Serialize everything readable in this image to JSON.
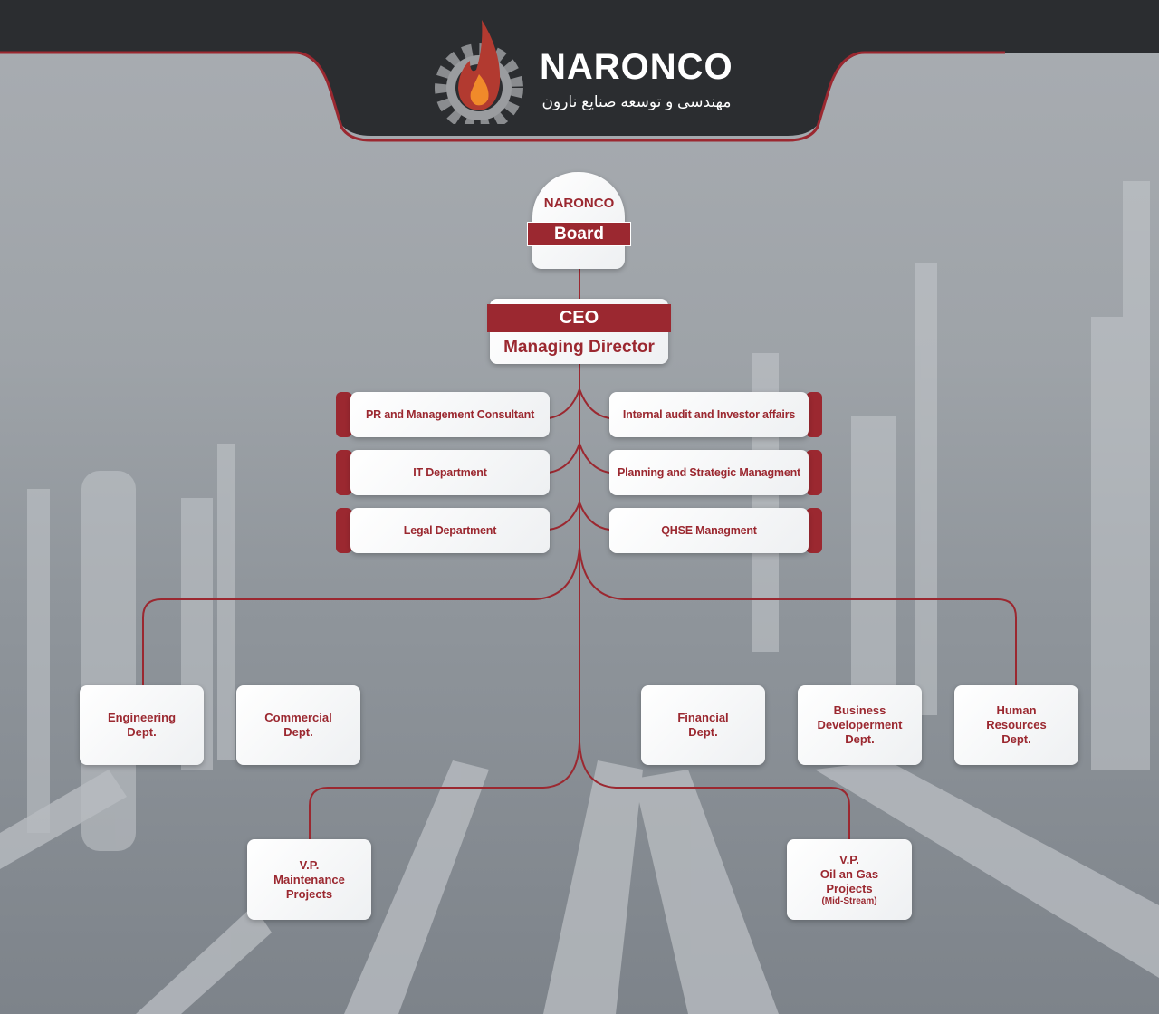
{
  "header": {
    "brand": "NARONCO",
    "subtitle_fa": "مهندسی و توسعه صنایع نارون"
  },
  "board": {
    "line1": "NARONCO",
    "line2": "Board"
  },
  "ceo": {
    "line1": "CEO",
    "line2": "Managing Director"
  },
  "staff_left": [
    {
      "label": "PR and Management Consultant"
    },
    {
      "label": "IT Department"
    },
    {
      "label": "Legal Department"
    }
  ],
  "staff_right": [
    {
      "label": "Internal audit and Investor affairs"
    },
    {
      "label": "Planning and Strategic Managment"
    },
    {
      "label": "QHSE Managment"
    }
  ],
  "departments": [
    {
      "lines": [
        "Engineering",
        "Dept."
      ]
    },
    {
      "lines": [
        "Commercial",
        "Dept."
      ]
    },
    {
      "lines": [
        "Financial",
        "Dept."
      ]
    },
    {
      "lines": [
        "Business",
        "Developerment",
        "Dept."
      ]
    },
    {
      "lines": [
        "Human",
        "Resources",
        "Dept."
      ]
    }
  ],
  "vps": [
    {
      "lines": [
        "V.P.",
        "Maintenance",
        "Projects"
      ],
      "note": ""
    },
    {
      "lines": [
        "V.P.",
        "Oil an Gas",
        "Projects"
      ],
      "note": "(Mid-Stream)"
    }
  ],
  "colors": {
    "accent": "#9b2830",
    "header": "#2b2d30"
  }
}
